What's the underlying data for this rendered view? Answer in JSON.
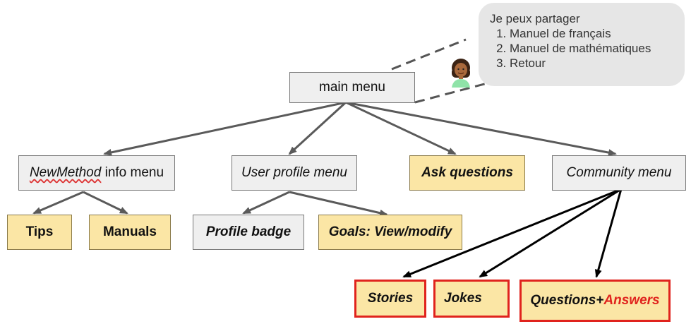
{
  "bubble": {
    "intro": "Je peux partager",
    "items": [
      "Manuel de français",
      "Manuel de mathématiques",
      "Retour"
    ]
  },
  "nodes": {
    "main_menu": "main menu",
    "newmethod_menu": {
      "italic_part": "NewMethod",
      "rest": " info menu"
    },
    "user_profile_menu": "User profile menu",
    "ask_questions": "Ask questions",
    "community_menu": "Community menu",
    "tips": "Tips",
    "manuals": "Manuals",
    "profile_badge": "Profile badge",
    "goals": "Goals: View/modify",
    "stories": "Stories",
    "jokes": "Jokes",
    "questions_answers": {
      "part1": "Questions+",
      "part2": "Answers"
    }
  },
  "colors": {
    "yellow_fill": "#fbe6a5",
    "gray_fill": "#efefef",
    "red_border": "#e0231d",
    "edge_gray": "#5a5a5a",
    "edge_black": "#000000"
  },
  "icons": {
    "avatar": "woman-avatar-icon"
  }
}
